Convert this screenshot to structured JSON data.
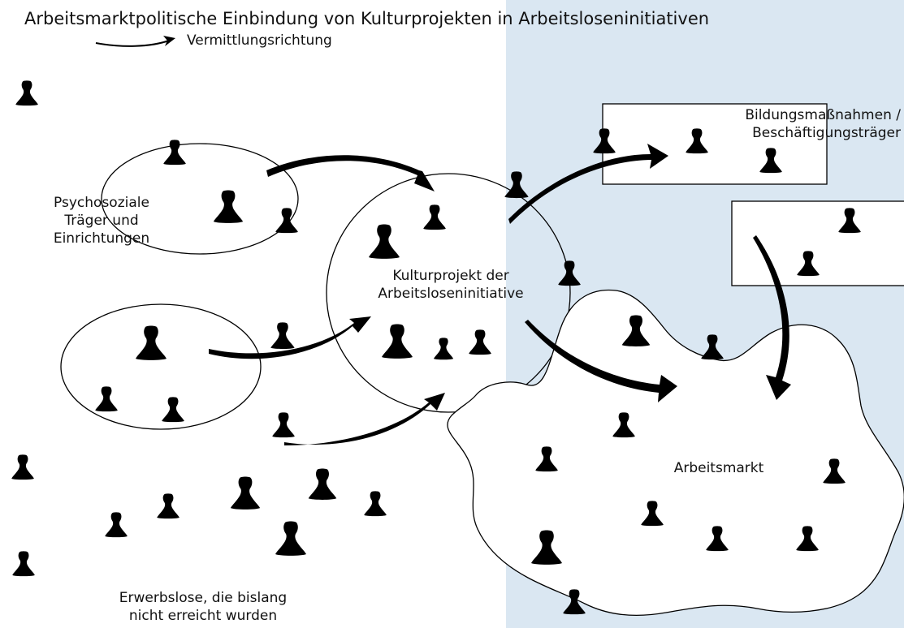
{
  "title": "Arbeitsmarktpolitische Einbindung von Kulturprojekten in Arbeitsloseninitiativen",
  "legend": {
    "arrow_label": "Vermittlungsrichtung"
  },
  "labels": {
    "psychosozial": "Psychosoziale\nTräger und\nEinrichtungen",
    "kulturprojekt": "Kulturprojekt der\nArbeitsloseninitiative",
    "bildung": "Bildungsmaßnahmen /\nBeschäftigungsträger",
    "arbeitsmarkt": "Arbeitsmarkt",
    "erwerbslose": "Erwerbslose, die bislang\nnicht erreicht wurden"
  },
  "colors": {
    "background": "#ffffff",
    "shaded_region": "#dae7f2",
    "ink": "#000000"
  },
  "icons": {
    "person": "person-silhouette-icon",
    "arrow": "curved-arrow-icon"
  }
}
